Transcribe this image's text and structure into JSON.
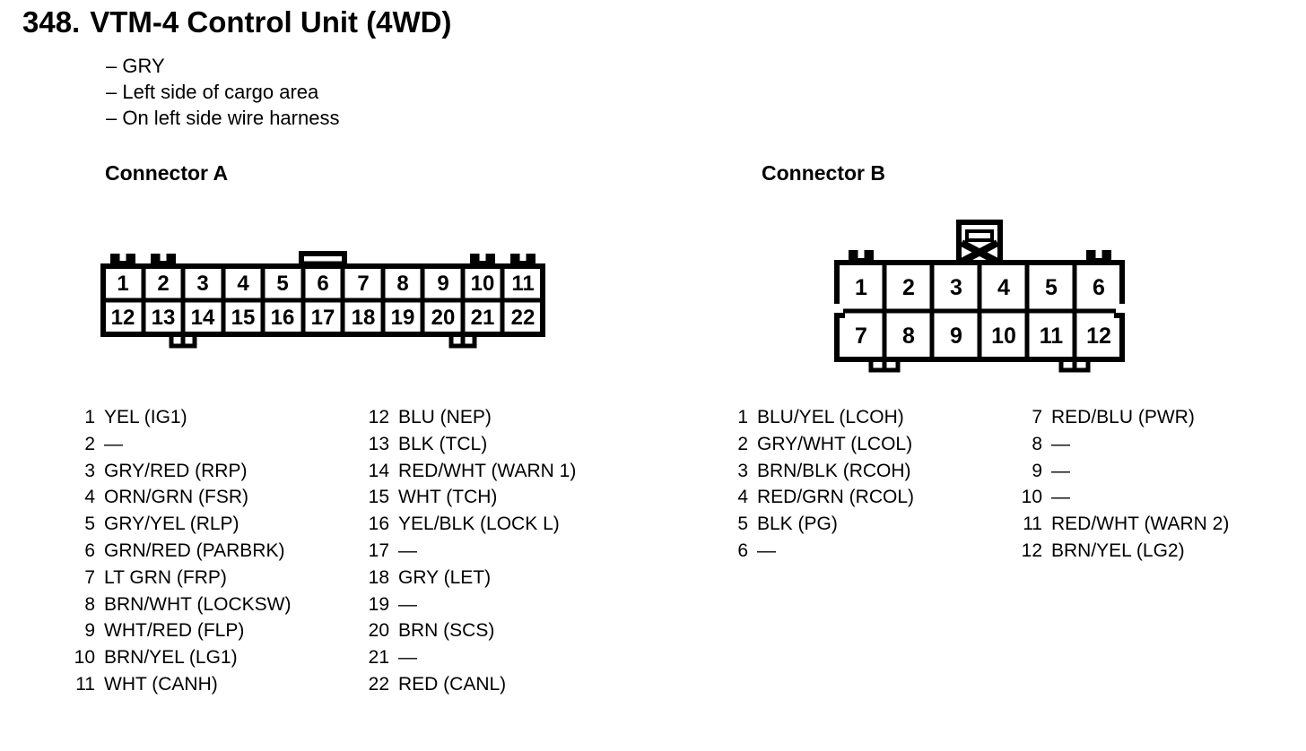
{
  "page": {
    "title_number": "348.",
    "title": "VTM-4 Control Unit (4WD)",
    "notes": [
      "– GRY",
      "– Left side of cargo area",
      "– On left side wire harness"
    ]
  },
  "colors": {
    "ink": "#000000",
    "paper": "#ffffff"
  },
  "connector_a": {
    "heading": "Connector A",
    "cells_top": [
      "1",
      "2",
      "3",
      "4",
      "5",
      "6",
      "7",
      "8",
      "9",
      "10",
      "11"
    ],
    "cells_bottom": [
      "12",
      "13",
      "14",
      "15",
      "16",
      "17",
      "18",
      "19",
      "20",
      "21",
      "22"
    ],
    "pins_left": [
      {
        "num": "1",
        "label": "YEL (IG1)"
      },
      {
        "num": "2",
        "label": "—"
      },
      {
        "num": "3",
        "label": "GRY/RED (RRP)"
      },
      {
        "num": "4",
        "label": "ORN/GRN (FSR)"
      },
      {
        "num": "5",
        "label": "GRY/YEL (RLP)"
      },
      {
        "num": "6",
        "label": "GRN/RED (PARBRK)"
      },
      {
        "num": "7",
        "label": "LT GRN (FRP)"
      },
      {
        "num": "8",
        "label": "BRN/WHT (LOCKSW)"
      },
      {
        "num": "9",
        "label": "WHT/RED (FLP)"
      },
      {
        "num": "10",
        "label": "BRN/YEL (LG1)"
      },
      {
        "num": "11",
        "label": "WHT (CANH)"
      }
    ],
    "pins_right": [
      {
        "num": "12",
        "label": "BLU (NEP)"
      },
      {
        "num": "13",
        "label": "BLK (TCL)"
      },
      {
        "num": "14",
        "label": "RED/WHT (WARN 1)"
      },
      {
        "num": "15",
        "label": "WHT (TCH)"
      },
      {
        "num": "16",
        "label": "YEL/BLK (LOCK L)"
      },
      {
        "num": "17",
        "label": "—"
      },
      {
        "num": "18",
        "label": "GRY (LET)"
      },
      {
        "num": "19",
        "label": "—"
      },
      {
        "num": "20",
        "label": "BRN (SCS)"
      },
      {
        "num": "21",
        "label": "—"
      },
      {
        "num": "22",
        "label": "RED (CANL)"
      }
    ]
  },
  "connector_b": {
    "heading": "Connector B",
    "cells_top": [
      "1",
      "2",
      "3",
      "4",
      "5",
      "6"
    ],
    "cells_bottom": [
      "7",
      "8",
      "9",
      "10",
      "11",
      "12"
    ],
    "pins_left": [
      {
        "num": "1",
        "label": "BLU/YEL (LCOH)"
      },
      {
        "num": "2",
        "label": "GRY/WHT (LCOL)"
      },
      {
        "num": "3",
        "label": "BRN/BLK (RCOH)"
      },
      {
        "num": "4",
        "label": "RED/GRN (RCOL)"
      },
      {
        "num": "5",
        "label": "BLK (PG)"
      },
      {
        "num": "6",
        "label": "—"
      }
    ],
    "pins_right": [
      {
        "num": "7",
        "label": "RED/BLU (PWR)"
      },
      {
        "num": "8",
        "label": "—"
      },
      {
        "num": "9",
        "label": "—"
      },
      {
        "num": "10",
        "label": "—"
      },
      {
        "num": "11",
        "label": "RED/WHT (WARN 2)"
      },
      {
        "num": "12",
        "label": "BRN/YEL (LG2)"
      }
    ]
  }
}
